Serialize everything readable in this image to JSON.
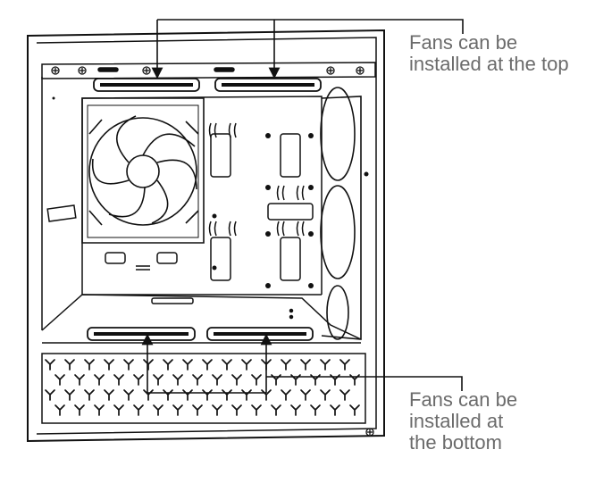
{
  "callouts": {
    "top": {
      "lines": [
        "Fans can be",
        "installed at the top"
      ]
    },
    "bottom": {
      "lines": [
        "Fans can be",
        "installed at",
        "the bottom"
      ]
    }
  },
  "colors": {
    "line": "#111111",
    "label_text": "#6b6b6b",
    "background": "#ffffff"
  },
  "icons": [
    "fan-icon",
    "screw-icon",
    "arrow-down-icon",
    "arrow-up-icon",
    "vent-y-icon"
  ]
}
